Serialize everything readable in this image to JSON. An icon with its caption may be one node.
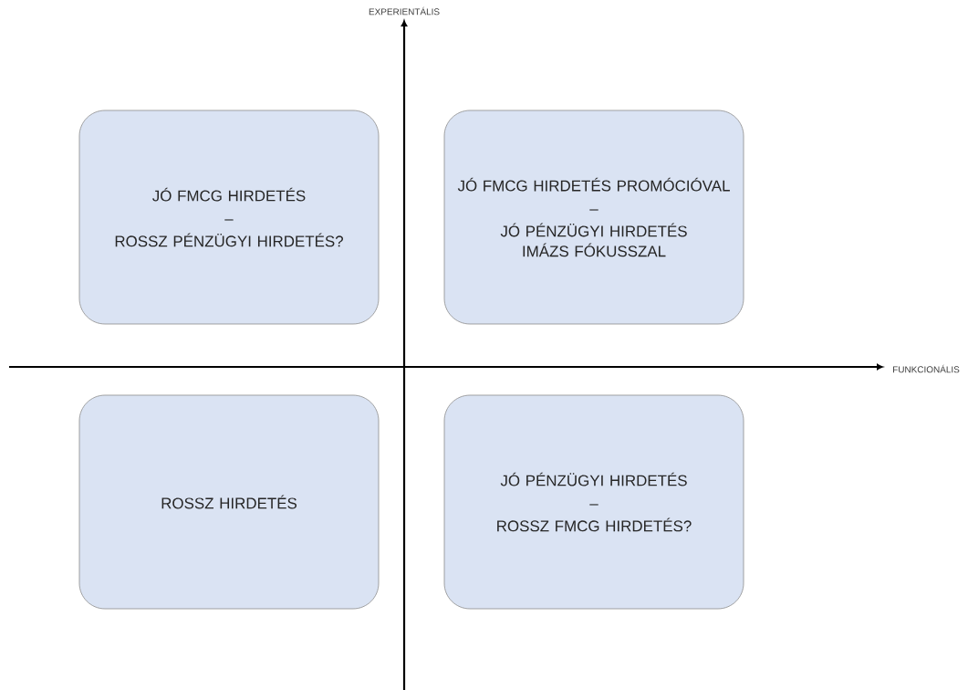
{
  "diagram": {
    "nodes": [
      {
        "text": [
          "JÓ FMCG HIRDETÉS",
          "–",
          "ROSSZ PÉNZÜGYI HIRDETÉS?"
        ]
      },
      {
        "text": [
          "JÓ FMCG HIRDETÉS PROMÓCIÓVAL",
          "–",
          "JÓ PÉNZÜGYI HIRDETÉS IMÁZS FÓKUSSZAL"
        ]
      },
      {
        "text": [
          "ROSSZ HIRDETÉS"
        ]
      },
      {
        "text": [
          "JÓ PÉNZÜGYI HIRDETÉS",
          "–",
          "ROSSZ FMCG HIRDETÉS?"
        ]
      }
    ],
    "labels": [
      "EXPERIENTÁLIS",
      "FUNKCIONÁLIS"
    ]
  }
}
